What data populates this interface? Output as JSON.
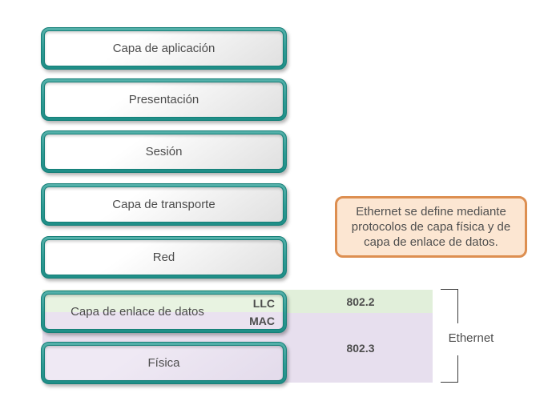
{
  "diagram": {
    "layers": [
      {
        "label": "Capa de aplicación"
      },
      {
        "label": "Presentación"
      },
      {
        "label": "Sesión"
      },
      {
        "label": "Capa de transporte"
      },
      {
        "label": "Red"
      },
      {
        "label": "Capa de enlace de datos",
        "sublabels": [
          "LLC",
          "MAC"
        ]
      },
      {
        "label": "Física"
      }
    ],
    "callout": {
      "text": "Ethernet se define mediante protocolos de capa física y de capa de enlace de datos."
    },
    "standards": {
      "llc": "802.2",
      "mac_physical": "802.3"
    },
    "bracket_label": "Ethernet",
    "colors": {
      "teal_border": "#1f8e87",
      "green_band": "#e1efda",
      "purple_band": "#e7dfee",
      "callout_fill": "#fce6d2",
      "callout_border": "#dd8f51",
      "text": "#4d4d4d"
    }
  }
}
